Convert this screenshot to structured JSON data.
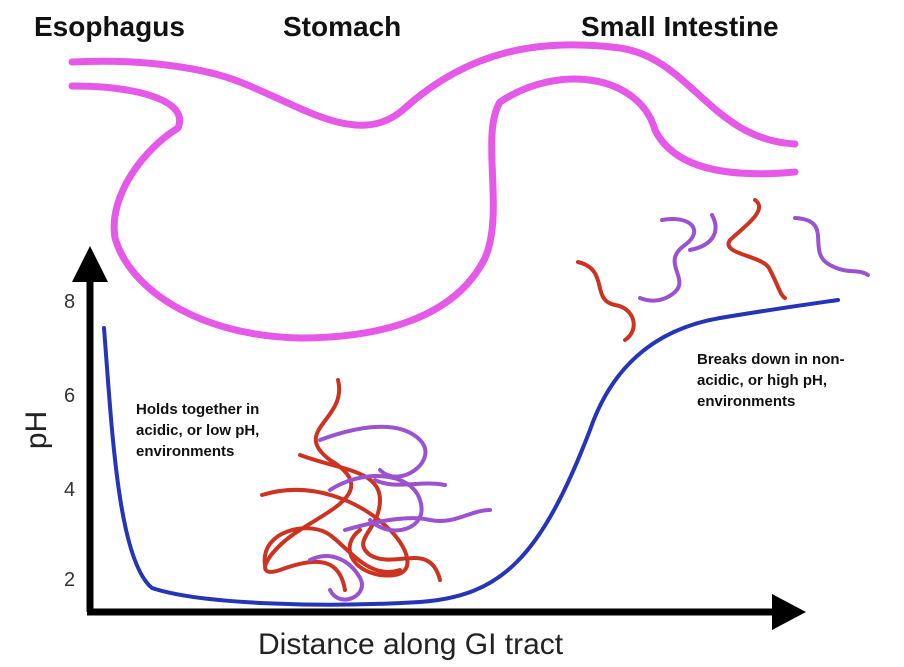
{
  "headers": {
    "esophagus": "Esophagus",
    "stomach": "Stomach",
    "small_intestine": "Small Intestine"
  },
  "axes": {
    "y_label": "pH",
    "x_label": "Distance along GI tract",
    "y_ticks": [
      "2",
      "4",
      "6",
      "8"
    ]
  },
  "annotations": {
    "left": [
      "Holds together in",
      "acidic, or low pH,",
      "environments"
    ],
    "right": [
      "Breaks down in non-",
      "acidic, or high pH,",
      "environments"
    ]
  },
  "colors": {
    "gi_tract": "#e558e8",
    "ph_curve": "#2535b8",
    "strand_red": "#cc3320",
    "strand_purple": "#9b52d0",
    "axis": "#000000"
  }
}
